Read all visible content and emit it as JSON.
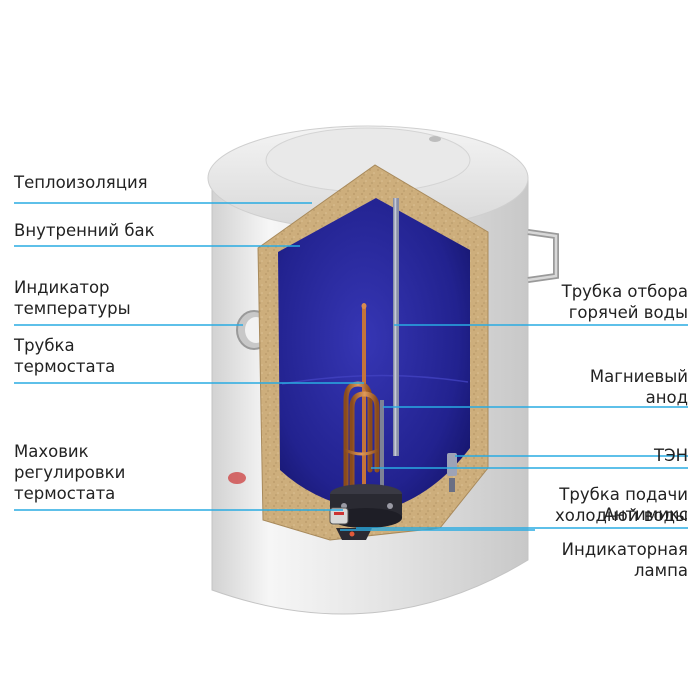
{
  "colors": {
    "leader": "#29abe2",
    "tank_interior": "#1f1f8c",
    "insulation": "#c9a877",
    "shell": "#e6e6e6",
    "text": "#222222"
  },
  "labels": {
    "insulation": [
      "Теплоизоляция"
    ],
    "inner_tank": [
      "Внутренний бак"
    ],
    "temp_indicator": [
      "Индикатор",
      "температуры"
    ],
    "thermostat_tube": [
      "Трубка",
      "термостата"
    ],
    "thermostat_knob": [
      "Маховик",
      "регулировки",
      "термостата"
    ],
    "hot_water_tube": [
      "Трубка отбора",
      "горячей воды"
    ],
    "magnesium_anode": [
      "Магниевый",
      "анод"
    ],
    "heating_element": [
      "ТЭН"
    ],
    "cold_water_tube": [
      "Трубка подачи",
      "холодной воды"
    ],
    "antimix": [
      "Антимикс"
    ],
    "indicator_lamp": [
      "Индикаторная",
      "лампа"
    ]
  }
}
